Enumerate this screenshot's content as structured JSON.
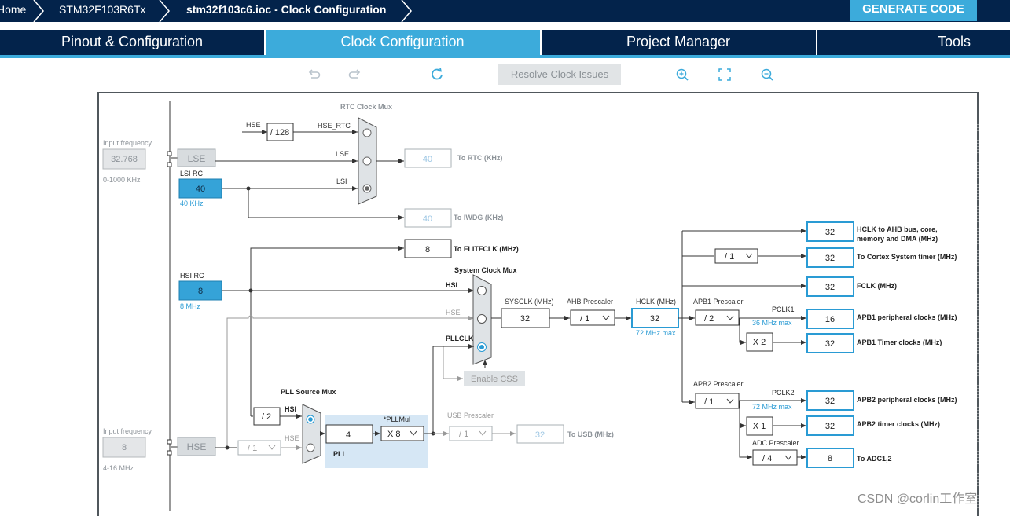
{
  "breadcrumb": {
    "home": "Home",
    "chip": "STM32F103R6Tx",
    "file": "stm32f103c6.ioc - Clock Configuration"
  },
  "generate_label": "GENERATE CODE",
  "tabs": [
    "Pinout & Configuration",
    "Clock Configuration",
    "Project Manager",
    "Tools"
  ],
  "toolbar": {
    "undo_icon": "undo-icon",
    "redo_icon": "redo-icon",
    "refresh_icon": "refresh-icon",
    "resolve_label": "Resolve Clock Issues",
    "zoom_in_icon": "zoom-in-icon",
    "fit_icon": "fit-screen-icon",
    "zoom_out_icon": "zoom-out-icon"
  },
  "lse_input": {
    "label": "Input frequency",
    "value": "32.768",
    "range": "0-1000 KHz",
    "name": "LSE"
  },
  "lsi": {
    "label": "LSI RC",
    "value": "40",
    "unit": "40 KHz"
  },
  "rtc_mux": {
    "title": "RTC Clock Mux",
    "hse_label": "HSE",
    "div": "/ 128",
    "hse_rtc": "HSE_RTC",
    "lse": "LSE",
    "lsi": "LSI",
    "out_value": "40",
    "out_label": "To RTC (KHz)"
  },
  "iwdg": {
    "value": "40",
    "label": "To IWDG (KHz)"
  },
  "flitf": {
    "value": "8",
    "label": "To FLITFCLK (MHz)"
  },
  "hsi": {
    "label": "HSI RC",
    "value": "8",
    "unit": "8 MHz"
  },
  "sys_mux": {
    "title": "System Clock Mux",
    "hsi": "HSI",
    "hse": "HSE",
    "pllclk": "PLLCLK",
    "css": "Enable CSS"
  },
  "sysclk": {
    "label": "SYSCLK (MHz)",
    "value": "32"
  },
  "ahb": {
    "label": "AHB Prescaler",
    "value": "/ 1"
  },
  "hclk": {
    "label": "HCLK (MHz)",
    "value": "32",
    "max": "72 MHz max"
  },
  "outputs": {
    "hclk_ahb": {
      "value": "32",
      "label1": "HCLK to AHB bus, core,",
      "label2": "memory and DMA (MHz)"
    },
    "cortex_div": "/ 1",
    "cortex": {
      "value": "32",
      "label": "To Cortex System timer (MHz)"
    },
    "fclk": {
      "value": "32",
      "label": "FCLK (MHz)"
    },
    "apb1_label": "APB1 Prescaler",
    "apb1_div": "/ 2",
    "pclk1": "PCLK1",
    "pclk1_max": "36 MHz max",
    "apb1_periph": {
      "value": "16",
      "label": "APB1 peripheral clocks (MHz)"
    },
    "apb1_mult": "X 2",
    "apb1_timer": {
      "value": "32",
      "label": "APB1 Timer clocks (MHz)"
    },
    "apb2_label": "APB2 Prescaler",
    "apb2_div": "/ 1",
    "pclk2": "PCLK2",
    "pclk2_max": "72 MHz max",
    "apb2_periph": {
      "value": "32",
      "label": "APB2 peripheral clocks (MHz)"
    },
    "apb2_mult": "X 1",
    "apb2_timer": {
      "value": "32",
      "label": "APB2 timer clocks (MHz)"
    },
    "adc_label": "ADC Prescaler",
    "adc_div": "/ 4",
    "adc": {
      "value": "8",
      "label": "To ADC1,2"
    }
  },
  "pll_mux": {
    "title": "PLL Source Mux",
    "hsi_div": "/ 2",
    "hsi": "HSI",
    "hse": "HSE"
  },
  "pll": {
    "mul_label": "*PLLMul",
    "input": "4",
    "mul": "X 8",
    "label": "PLL"
  },
  "usb": {
    "label": "USB Prescaler",
    "div": "/ 1",
    "value": "32",
    "out": "To USB (MHz)"
  },
  "hse_input": {
    "label": "Input frequency",
    "value": "8",
    "range": "4-16 MHz",
    "name": "HSE",
    "div": "/ 1"
  },
  "watermark": "CSDN @corlin工作室",
  "colors": {
    "navy": "#03234b",
    "accent": "#3cabdb",
    "blue_box": "#35a3d8",
    "gray_box": "#d8dcdf"
  }
}
